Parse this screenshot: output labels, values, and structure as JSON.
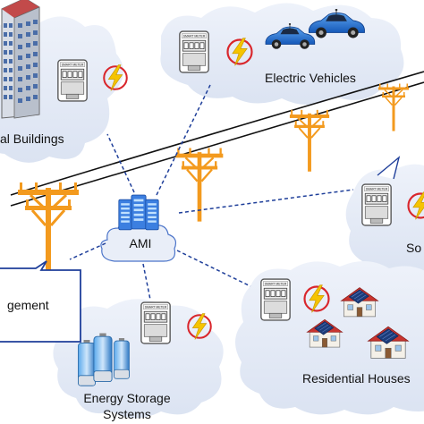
{
  "labels": {
    "buildings": "al Buildings",
    "vehicles": "Electric Vehicles",
    "solar": "So",
    "residential": "Residential Houses",
    "storage_line1": "Energy Storage",
    "storage_line2": "Systems",
    "ami": "AMI",
    "management": "gement"
  },
  "meter_text": "SMART METER",
  "colors": {
    "cloud": "#e6ecf7",
    "pole": "#f39a1e",
    "bolt": "#f5c400",
    "bolt_ring": "#d9262c",
    "car": "#1e6fd6",
    "battery": "#3a8fd8",
    "ami_blue": "#2f6fd1",
    "dash": "#1f3f9a"
  }
}
